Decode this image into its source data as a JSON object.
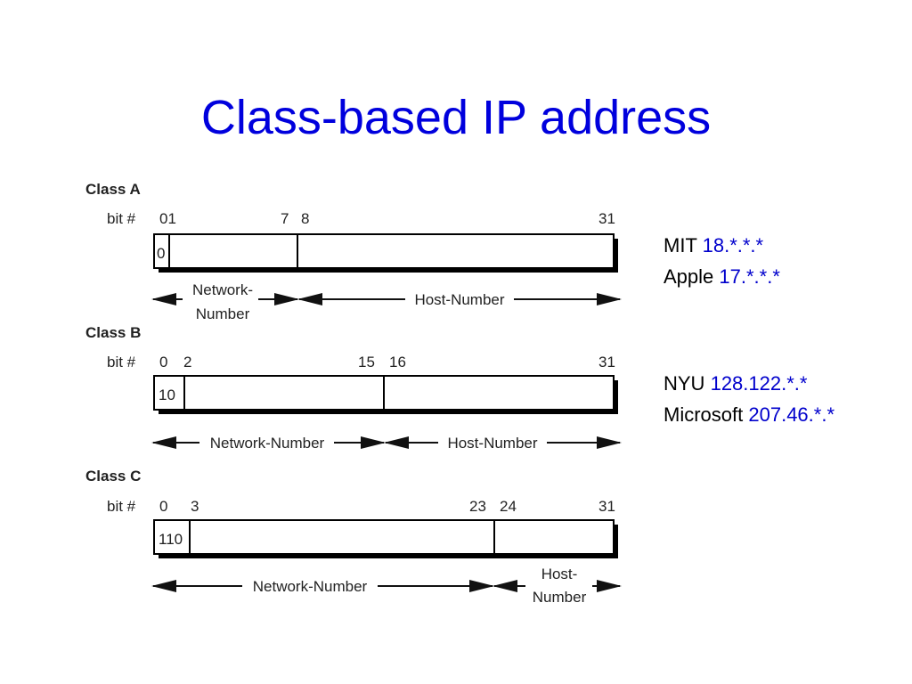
{
  "slide": {
    "title": "Class-based IP address"
  },
  "diagram": {
    "bit_label": "bit #",
    "classes": [
      {
        "name": "Class A",
        "bits": [
          "01",
          "7",
          "8",
          "31"
        ],
        "prefix": "0",
        "network_label": [
          "Network-",
          "Number"
        ],
        "host_label": "Host-Number"
      },
      {
        "name": "Class B",
        "bits": [
          "0",
          "2",
          "15",
          "16",
          "31"
        ],
        "prefix": "10",
        "network_label": "Network-Number",
        "host_label": "Host-Number"
      },
      {
        "name": "Class C",
        "bits": [
          "0",
          "3",
          "23",
          "24",
          "31"
        ],
        "prefix": "110",
        "network_label": "Network-Number",
        "host_label": [
          "Host-",
          "Number"
        ]
      }
    ]
  },
  "examples": [
    {
      "org": "MIT",
      "addr": "18.*.*.*"
    },
    {
      "org": "Apple",
      "addr": "17.*.*.*"
    },
    {
      "org": "NYU",
      "addr": "128.122.*.*"
    },
    {
      "org": "Microsoft",
      "addr": "207.46.*.*"
    }
  ]
}
